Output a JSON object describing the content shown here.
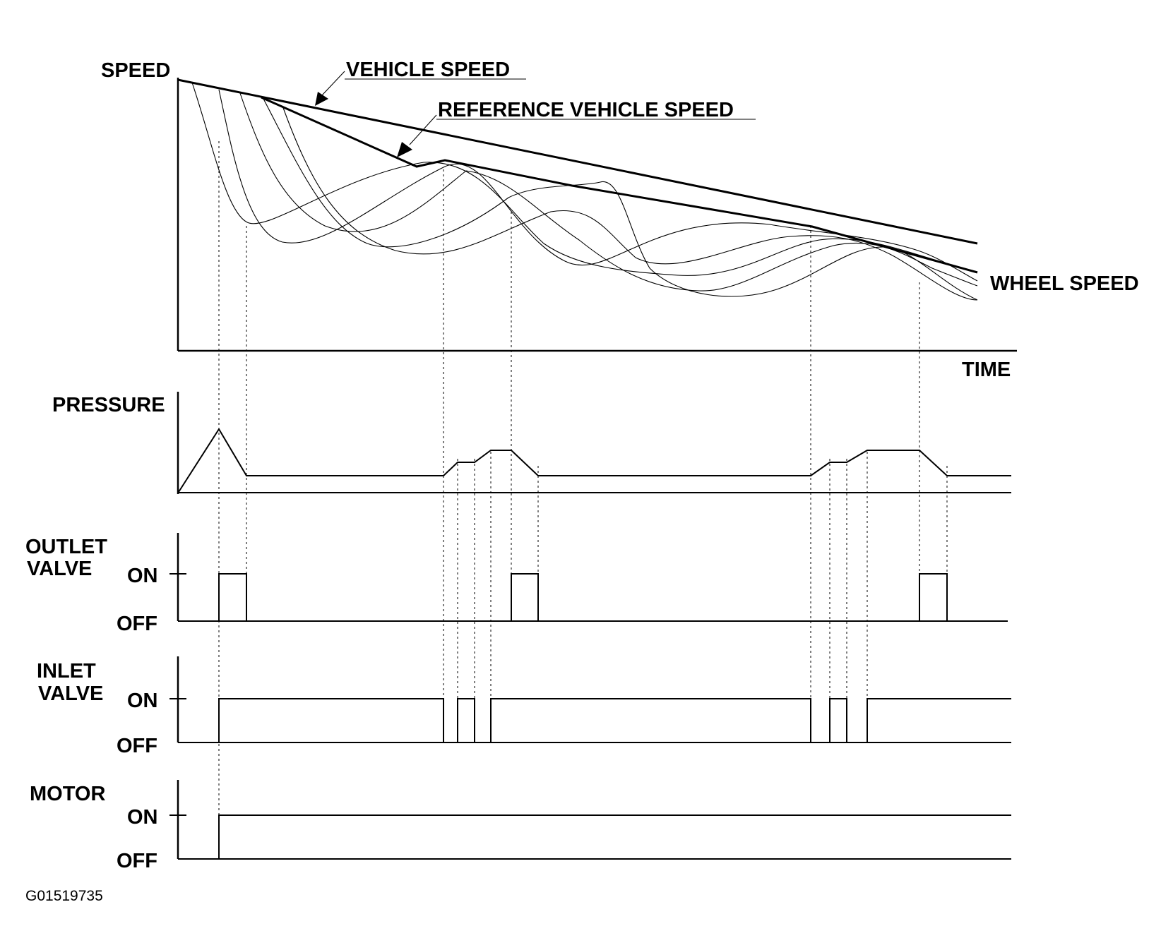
{
  "labels": {
    "speed_axis": "SPEED",
    "time_axis": "TIME",
    "vehicle_speed": "VEHICLE SPEED",
    "reference_vehicle_speed": "REFERENCE VEHICLE SPEED",
    "wheel_speed": "WHEEL SPEED",
    "pressure": "PRESSURE",
    "outlet_valve_line1": "OUTLET",
    "outlet_valve_line2": "VALVE",
    "inlet_valve_line1": "INLET",
    "inlet_valve_line2": "VALVE",
    "motor": "MOTOR",
    "on": "ON",
    "off": "OFF"
  },
  "figure_code": "G01519735"
}
